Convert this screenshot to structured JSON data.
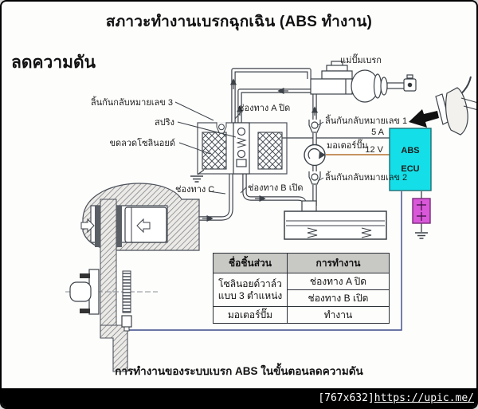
{
  "page": {
    "title": "สภาวะทำงานเบรกฉุกเฉิน (ABS ทำงาน)",
    "mode_heading": "ลดความดัน",
    "caption": "การทำงานของระบบเบรก ABS ในขั้นตอนลดความดัน",
    "watermark": {
      "size": "[767x632]",
      "url": "https://upic.me/"
    }
  },
  "diagram": {
    "labels": {
      "master_cylinder": "แม่ปั๊มเบรก",
      "check_valve_3": "ลิ้นกันกลับหมายเลข 3",
      "spring": "สปริง",
      "solenoid_coil": "ขดลวดโซลินอยด์",
      "channel_a_closed": "ช่องทาง A ปิด",
      "check_valve_1": "ลิ้นกันกลับหมายเลข 1",
      "fuse_5a": "5 A",
      "motor_pump": "มอเตอร์ปั๊ม",
      "supply_12v": "12 V",
      "check_valve_2": "ลิ้นกันกลับหมายเลข 2",
      "channel_c": "ช่องทาง C",
      "channel_b_open": "ช่องทาง B เปิด",
      "ecu_line1": "ABS",
      "ecu_line2": "ECU"
    },
    "colors": {
      "ecu_fill": "#14dfe8",
      "indicator_fill": "#d958d9",
      "line": "#3c4248",
      "wire_12v": "#b5722f",
      "sensor_wire": "#3b4a86"
    }
  },
  "table": {
    "headers": [
      "ชื่อชิ้นส่วน",
      "การทำงาน"
    ],
    "rows": [
      {
        "part_lines": [
          "โซลินอยด์วาล์ว",
          "แบบ 3 ตำแหน่ง"
        ],
        "operations": [
          "ช่องทาง A ปิด",
          "ช่องทาง B เปิด"
        ]
      },
      {
        "part_lines": [
          "มอเตอร์ปั๊ม"
        ],
        "operations": [
          "ทำงาน"
        ]
      }
    ]
  }
}
